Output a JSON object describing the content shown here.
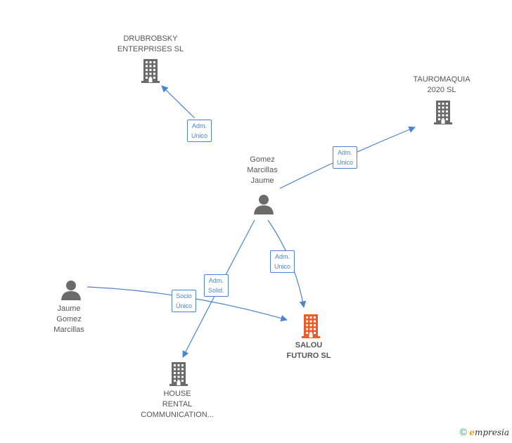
{
  "nodes": [
    {
      "id": "drubrobsky",
      "type": "company",
      "lines": [
        "DRUBROBSKY",
        "ENTERPRISES SL"
      ],
      "highlight": false
    },
    {
      "id": "tauromaquia",
      "type": "company",
      "lines": [
        "TAUROMAQUIA",
        "2020  SL"
      ],
      "highlight": false
    },
    {
      "id": "gomez",
      "type": "person",
      "lines": [
        "Gomez",
        "Marcillas",
        "Jaume"
      ],
      "highlight": false
    },
    {
      "id": "jaume",
      "type": "person",
      "lines": [
        "Jaume",
        "Gomez",
        "Marcillas"
      ],
      "highlight": false
    },
    {
      "id": "salou",
      "type": "company",
      "lines": [
        "SALOU",
        "FUTURO SL"
      ],
      "highlight": true
    },
    {
      "id": "house",
      "type": "company",
      "lines": [
        "HOUSE",
        "RENTAL",
        "COMMUNICATION..."
      ],
      "highlight": false
    }
  ],
  "edges": [
    {
      "id": "e1",
      "from": "gomez",
      "to": "drubrobsky",
      "lines": [
        "Adm.",
        "Unico"
      ]
    },
    {
      "id": "e2",
      "from": "gomez",
      "to": "tauromaquia",
      "lines": [
        "Adm.",
        "Unico"
      ]
    },
    {
      "id": "e3",
      "from": "gomez",
      "to": "salou",
      "lines": [
        "Adm.",
        "Unico"
      ]
    },
    {
      "id": "e4",
      "from": "gomez",
      "to": "house",
      "lines": [
        "Adm.",
        "Solid."
      ]
    },
    {
      "id": "e5",
      "from": "jaume",
      "to": "salou",
      "lines": [
        "Socio",
        "Único"
      ]
    }
  ],
  "colors": {
    "edge": "#4a84d2",
    "node": "#6b6b6b",
    "highlight": "#f05a28"
  },
  "footer": {
    "copyright": "©",
    "brand_initial": "e",
    "brand_rest": "mpresia"
  }
}
